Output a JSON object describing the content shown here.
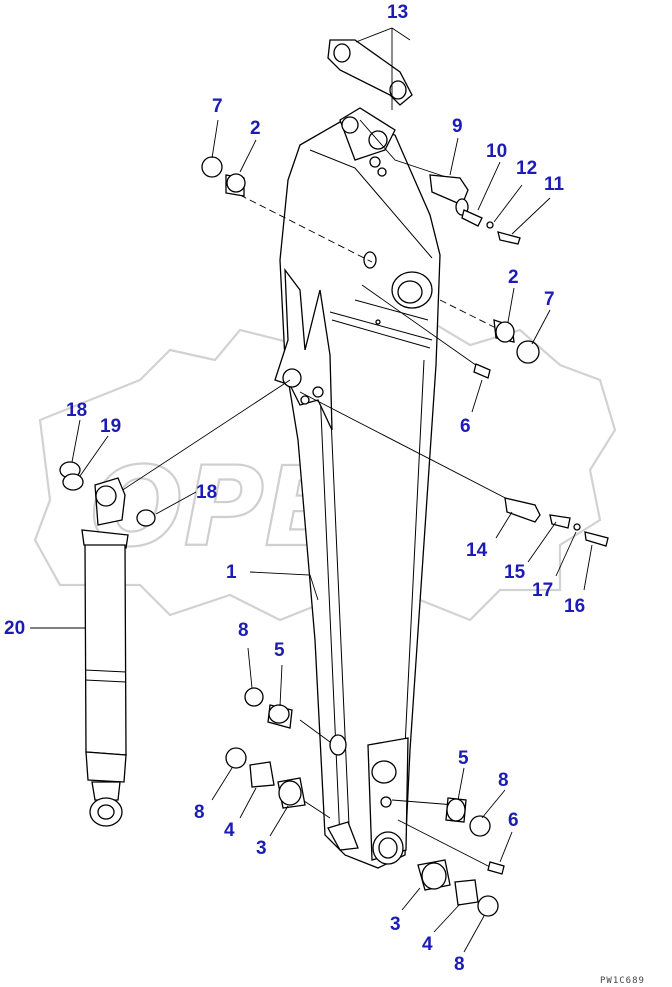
{
  "diagram": {
    "watermark_text": "OPEX",
    "drawing_code": "PW1C689",
    "callouts": {
      "c1": "1",
      "c2a": "2",
      "c2b": "2",
      "c3a": "3",
      "c3b": "3",
      "c4a": "4",
      "c4b": "4",
      "c5a": "5",
      "c5b": "5",
      "c6a": "6",
      "c6b": "6",
      "c7a": "7",
      "c7b": "7",
      "c8a": "8",
      "c8b": "8",
      "c8c": "8",
      "c8d": "8",
      "c9": "9",
      "c10": "10",
      "c11": "11",
      "c12": "12",
      "c13": "13",
      "c14": "14",
      "c15": "15",
      "c16": "16",
      "c17": "17",
      "c18a": "18",
      "c18b": "18",
      "c19": "19",
      "c20": "20"
    }
  }
}
